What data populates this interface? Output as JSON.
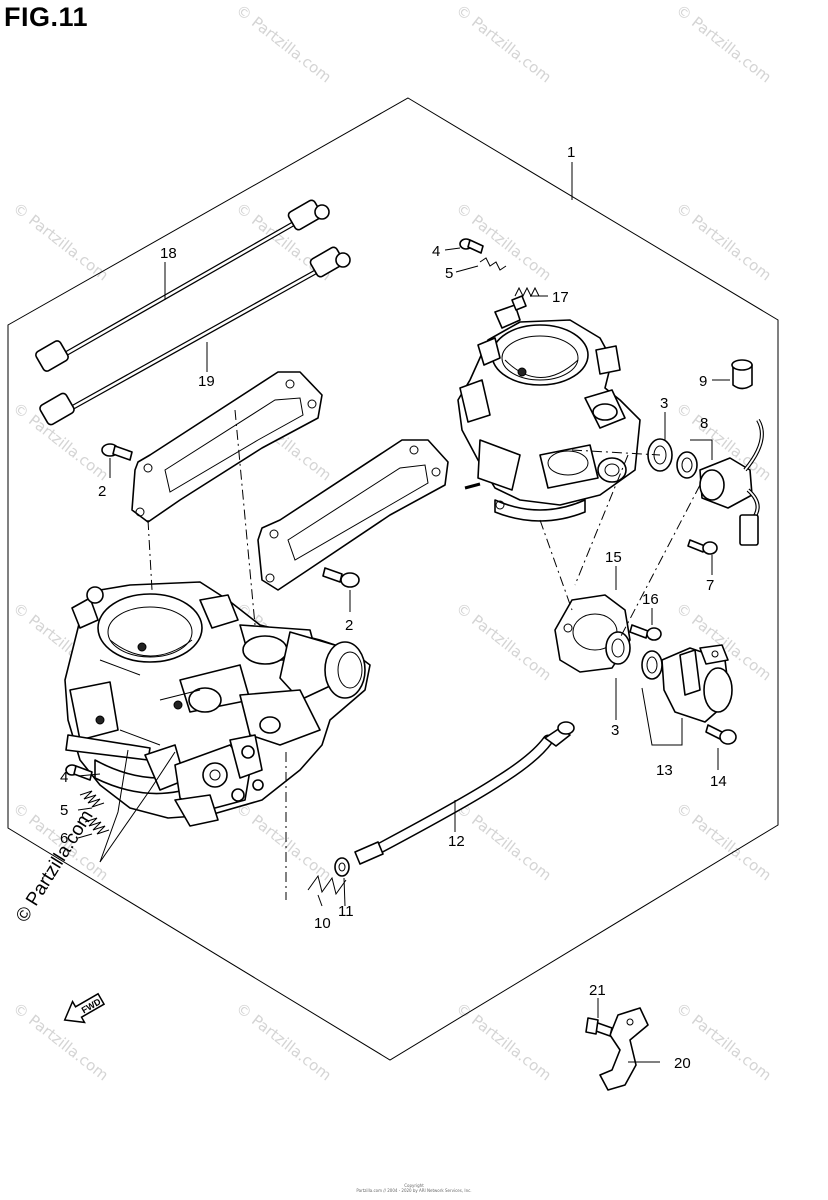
{
  "figure": {
    "title": "FIG.11"
  },
  "watermark": {
    "text": "© Partzilla.com",
    "side_text": "© Partzilla.com"
  },
  "fwd_label": "FWD",
  "footer": {
    "line1": "Copyright",
    "line2": "Partzilla.com // 2004 - 2020 by ARI Network Services, Inc."
  },
  "callouts": {
    "c1": "1",
    "c2a": "2",
    "c2b": "2",
    "c3a": "3",
    "c3b": "3",
    "c4a": "4",
    "c4b": "4",
    "c5a": "5",
    "c5b": "5",
    "c6": "6",
    "c7": "7",
    "c8": "8",
    "c9": "9",
    "c10": "10",
    "c11": "11",
    "c12": "12",
    "c13": "13",
    "c14": "14",
    "c15": "15",
    "c16": "16",
    "c17": "17",
    "c18": "18",
    "c19": "19",
    "c20": "20",
    "c21": "21"
  }
}
